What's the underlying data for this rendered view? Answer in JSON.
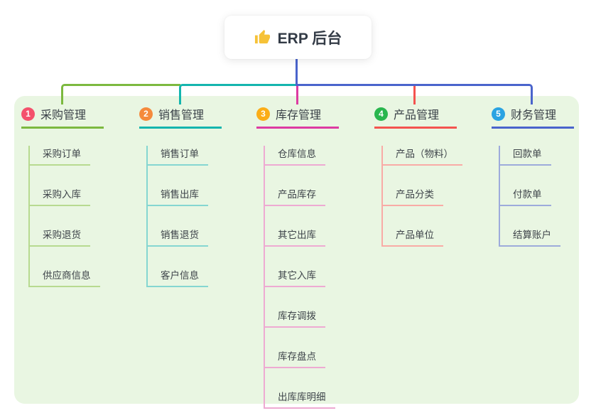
{
  "root": {
    "title": "ERP 后台",
    "icon": "thumbs-up-icon",
    "icon_color": "#f6c238",
    "connector_color": "#4a64cc"
  },
  "board": {
    "background": "#e9f6e2"
  },
  "branches": [
    {
      "index": "1",
      "label": "采购管理",
      "badge_color": "#f4516c",
      "line_color": "#7cb93f",
      "light_color": "#b7da90",
      "children": [
        "采购订单",
        "采购入库",
        "采购退货",
        "供应商信息"
      ]
    },
    {
      "index": "2",
      "label": "销售管理",
      "badge_color": "#f58a3c",
      "line_color": "#14b5ae",
      "light_color": "#85d6d1",
      "children": [
        "销售订单",
        "销售出库",
        "销售退货",
        "客户信息"
      ]
    },
    {
      "index": "3",
      "label": "库存管理",
      "badge_color": "#fbad18",
      "line_color": "#dd3ba2",
      "light_color": "#eeaad2",
      "children": [
        "仓库信息",
        "产品库存",
        "其它出库",
        "其它入库",
        "库存调拨",
        "库存盘点",
        "出库库明细"
      ]
    },
    {
      "index": "4",
      "label": "产品管理",
      "badge_color": "#29b64e",
      "line_color": "#f4534f",
      "light_color": "#f9aba6",
      "children": [
        "产品（物料）",
        "产品分类",
        "产品单位"
      ]
    },
    {
      "index": "5",
      "label": "财务管理",
      "badge_color": "#2aa3e2",
      "line_color": "#4a64cc",
      "light_color": "#9dabdb",
      "children": [
        "回款单",
        "付款单",
        "结算账户"
      ]
    }
  ]
}
